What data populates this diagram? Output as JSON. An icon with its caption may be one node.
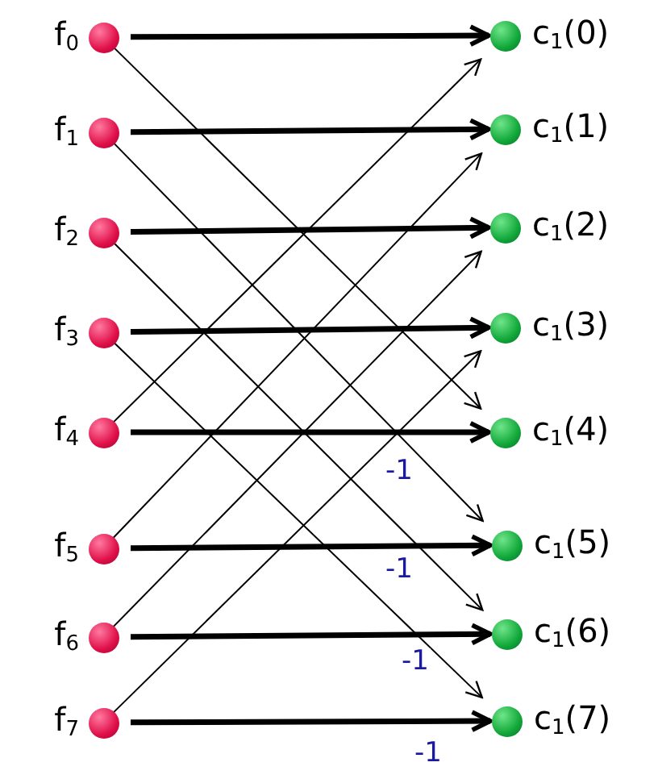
{
  "diagram": {
    "nodes": [
      {
        "text": [],
        "shape": "circle",
        "beside": [
          "f$_{0}$"
        ]
      },
      {
        "text": [],
        "shape": "circle",
        "beside": [
          "f$_{1}$"
        ]
      },
      {
        "text": [],
        "shape": "circle",
        "beside": [
          "f$_{2}$"
        ]
      },
      {
        "text": [],
        "shape": "circle",
        "beside": [
          "f$_{3}$"
        ]
      },
      {
        "text": [],
        "shape": "circle",
        "beside": [
          "f$_{4}$"
        ]
      },
      {
        "text": [],
        "shape": "circle",
        "beside": [
          "f$_{5}$"
        ]
      },
      {
        "text": [],
        "shape": "circle",
        "beside": [
          "f$_{6}$"
        ]
      },
      {
        "text": [],
        "shape": "circle",
        "beside": [
          "f$_{7}$"
        ]
      },
      {
        "text": [],
        "shape": "circle",
        "beside": [
          "c$_{1}$(0)"
        ]
      },
      {
        "text": [],
        "shape": "circle",
        "beside": [
          "c$_{1}$(1)"
        ]
      },
      {
        "text": [],
        "shape": "circle",
        "beside": [
          "c$_{1}$(2)"
        ]
      },
      {
        "text": [],
        "shape": "circle",
        "beside": [
          "c$_{1}$(3)"
        ]
      },
      {
        "text": [],
        "shape": "circle",
        "beside": [
          "c$_{1}$(4)"
        ]
      },
      {
        "text": [],
        "shape": "circle",
        "beside": [
          "c$_{1}$(5)"
        ]
      },
      {
        "text": [],
        "shape": "circle",
        "beside": [
          "c$_{1}$(6)"
        ]
      },
      {
        "text": [],
        "shape": "circle",
        "beside": [
          "c$_{1}$(7)"
        ]
      }
    ],
    "edges": [
      {
        "from": 0,
        "to": 8,
        "arrow": "to",
        "style": "thick"
      },
      {
        "from": 1,
        "to": 9,
        "arrow": "to",
        "style": "thick"
      },
      {
        "from": 2,
        "to": 10,
        "arrow": "to",
        "style": "thick"
      },
      {
        "from": 3,
        "to": 11,
        "arrow": "to",
        "style": "thick"
      },
      {
        "from": 4,
        "to": 12,
        "arrow": "to",
        "style": "thick",
        "label": "-1"
      },
      {
        "from": 5,
        "to": 13,
        "arrow": "to",
        "style": "thick",
        "label": "-1"
      },
      {
        "from": 6,
        "to": 14,
        "arrow": "to",
        "style": "thick",
        "label": "-1"
      },
      {
        "from": 7,
        "to": 15,
        "arrow": "to",
        "style": "thick",
        "label": "-1"
      },
      {
        "from": 0,
        "to": 12,
        "arrow": "to"
      },
      {
        "from": 1,
        "to": 13,
        "arrow": "to"
      },
      {
        "from": 2,
        "to": 14,
        "arrow": "to"
      },
      {
        "from": 3,
        "to": 15,
        "arrow": "to"
      },
      {
        "from": 4,
        "to": 8,
        "arrow": "to"
      },
      {
        "from": 5,
        "to": 9,
        "arrow": "to"
      },
      {
        "from": 6,
        "to": 10,
        "arrow": "to"
      },
      {
        "from": 7,
        "to": 11,
        "arrow": "to"
      }
    ]
  }
}
